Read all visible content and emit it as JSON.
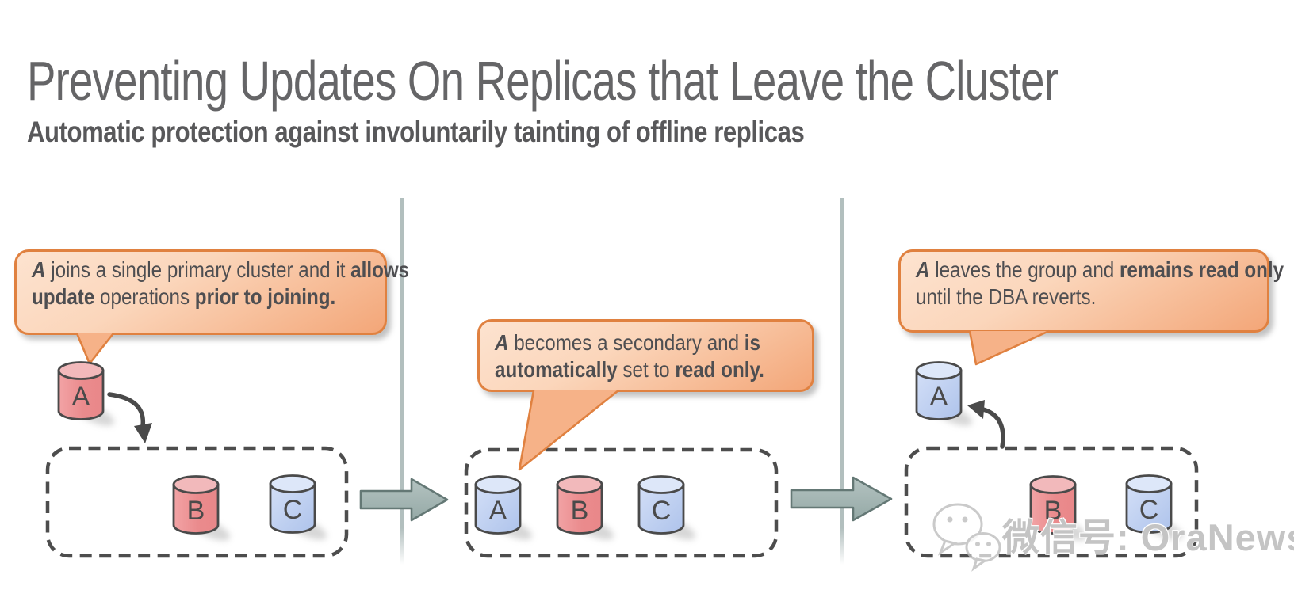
{
  "header": {
    "title": "Preventing Updates On Replicas that Leave the Cluster",
    "subtitle": "Automatic protection against involuntarily tainting of offline replicas"
  },
  "watermark": {
    "label": "微信号: OraNews",
    "icon": "wechat-icon"
  },
  "colors": {
    "replica_red": "#ea8f91",
    "replica_blue": "#b9cbee",
    "callout_border": "#e08140",
    "callout_fill_top": "#fde3d0",
    "callout_fill_bottom": "#f3a678",
    "block_arrow": "#a3b4b2",
    "divider": "#b2bfbe",
    "outline_gray": "#4a4a4a"
  },
  "panels": [
    {
      "id": "join",
      "callout": {
        "seg1": "A",
        "seg2": " joins a single primary cluster and it ",
        "seg3": "allows update",
        "seg4": " operations ",
        "seg5": "prior to joining."
      },
      "free_replica": {
        "label": "A",
        "color": "red"
      },
      "cluster": [
        {
          "label": "B",
          "color": "red"
        },
        {
          "label": "C",
          "color": "blue"
        }
      ]
    },
    {
      "id": "secondary",
      "callout": {
        "seg1": "A",
        "seg2": " becomes a secondary and ",
        "seg3": "is automatically",
        "seg4": " set to ",
        "seg5": "read only."
      },
      "cluster": [
        {
          "label": "A",
          "color": "blue"
        },
        {
          "label": "B",
          "color": "red"
        },
        {
          "label": "C",
          "color": "blue"
        }
      ]
    },
    {
      "id": "leave",
      "callout": {
        "seg1": "A",
        "seg2": " leaves the group and ",
        "seg3": "remains read only",
        "seg4": " until the DBA reverts.",
        "seg5": ""
      },
      "free_replica": {
        "label": "A",
        "color": "blue"
      },
      "cluster": [
        {
          "label": "B",
          "color": "red"
        },
        {
          "label": "C",
          "color": "blue"
        }
      ]
    }
  ]
}
